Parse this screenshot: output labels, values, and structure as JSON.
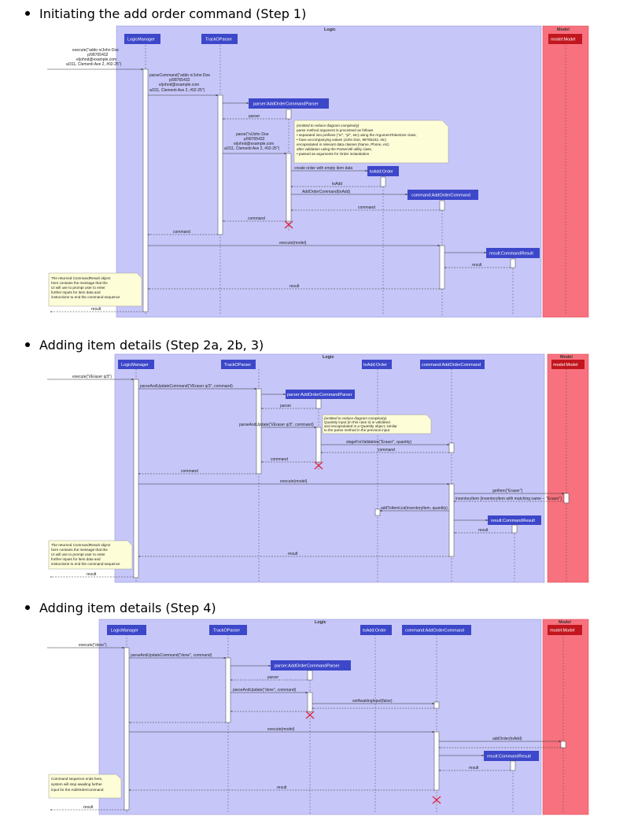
{
  "sections": [
    {
      "heading": "Initiating the add order command (Step 1)",
      "logic_label": "Logic",
      "model_label": "Model",
      "participants": {
        "logic_manager": "LogicManager",
        "trackoparser": "TrackOParser",
        "parser": "parser:AddOrderCommandParser",
        "toadd": "toAdd:Order",
        "command": "command:AddOrderCommand",
        "result": "result:CommandResult",
        "model": "model:Model"
      },
      "messages": {
        "execute_1": "execute(\"addo n/John Doe",
        "execute_2": "p/98765432",
        "execute_3": "e/johnd@example.com",
        "execute_4": "a/311, Clementi Ave 2, #02-25\")",
        "parse_cmd_1": "parseCommand(\"addo n/John Doe",
        "parse_cmd_2": "p/98765432",
        "parse_cmd_3": "e/johnd@example.com",
        "parse_cmd_4": "a/311, Clementi Ave 2, #02-25\")",
        "parser_ret": "parser",
        "parse_1": "parse(\"n/John Doe",
        "parse_2": "p/98765432",
        "parse_3": "e/johnd@example.com",
        "parse_4": "a/311, Clementi Ave 2, #02-25\")",
        "create_order": "create order with empty item data",
        "toadd_ret": "toAdd",
        "add_order_cmd": "AddOrderCommand(toAdd)",
        "command_ret": "command",
        "execute_model": "execute(model)",
        "result_ret": "result"
      },
      "note_parse": [
        "(omitted to reduce diagram complexity)",
        "parse method argument is processed as follows",
        "• separated into prefixes (\"n/\", \"p/\", etc) using the ArgumentTokenizer class,",
        "• have accompanying values (John Doe, 98765432, etc)",
        "encapsulated in relevant data classes (Name, Phone, etc)",
        "after validation using the ParserUtil utility class,",
        "• passed as arguments for Order instantiation"
      ],
      "note_result": [
        "The returned CommandResult object",
        "here contains the message that the",
        "UI will use to prompt user to enter",
        "further inputs for item data and",
        "instructions to end the command sequence"
      ]
    },
    {
      "heading": "Adding item details (Step 2a, 2b, 3)",
      "logic_label": "Logic",
      "model_label": "Model",
      "participants": {
        "logic_manager": "LogicManager",
        "trackoparser": "TrackOParser",
        "parser": "parser:AddOrderCommandParser",
        "toadd": "toAdd:Order",
        "command": "command:AddOrderCommand",
        "result": "result:CommandResult",
        "model": "model:Model"
      },
      "messages": {
        "execute": "execute(\"i/Eraser q/3\")",
        "parse_and_update_cmd": "parseAndUpdateCommand(\"i/Eraser q/3\", command)",
        "parser_ret": "parser",
        "parse_and_update": "parseAndUpdate(\"i/Eraser q/3\", command)",
        "stage": "stageForValidation(\"Eraser\", quantity)",
        "command_ret": "command",
        "execute_model": "execute(model)",
        "get_item": "getItem(\"Eraser\")",
        "inventory_item": "inventoryItem {inventoryItem with matching name -- \"Eraser\"}",
        "add_to_item_list": "addToItemList(inventoryItem, quantity)",
        "result_ret": "result"
      },
      "note_parse": [
        "(omitted to reduce diagram complexity)",
        "Quantity input (in this case 3) is validated",
        "and encapsulated in a Quantity object, similar",
        "to the parse method in the previous input"
      ],
      "note_result": [
        "The returned CommandResult object",
        "here contains the message that the",
        "UI will use to prompt user to enter",
        "further inputs for item data and",
        "instructions to end the command sequence"
      ]
    },
    {
      "heading": "Adding item details (Step 4)",
      "logic_label": "Logic",
      "model_label": "Model",
      "participants": {
        "logic_manager": "LogicManager",
        "trackoparser": "TrackOParser",
        "parser": "parser:AddOrderCommandParser",
        "toadd": "toAdd:Order",
        "command": "command:AddOrderCommand",
        "result": "result:CommandResult",
        "model": "model:Model"
      },
      "messages": {
        "execute": "execute(\"done\")",
        "parse_and_update_cmd": "parseAndUpdateCommand(\"done\", command)",
        "parser_ret": "parser",
        "parse_and_update": "parseAndUpdate(\"done\", command)",
        "set_awaiting": "setAwaitingInput(false)",
        "execute_model": "execute(model)",
        "add_order": "addOrder(toAdd)",
        "result_ret": "result"
      },
      "note_result": [
        "Command sequence ends here,",
        "system will stop awaiting further",
        "input for the AddOrderCommand"
      ]
    }
  ],
  "colors": {
    "logic_bg": "#c6c6f9",
    "model_bg": "#f7717e",
    "participant": "#3c47c9",
    "model_participant": "#c2161e",
    "note_bg": "#fdfdd8",
    "destroy": "#e02035"
  }
}
